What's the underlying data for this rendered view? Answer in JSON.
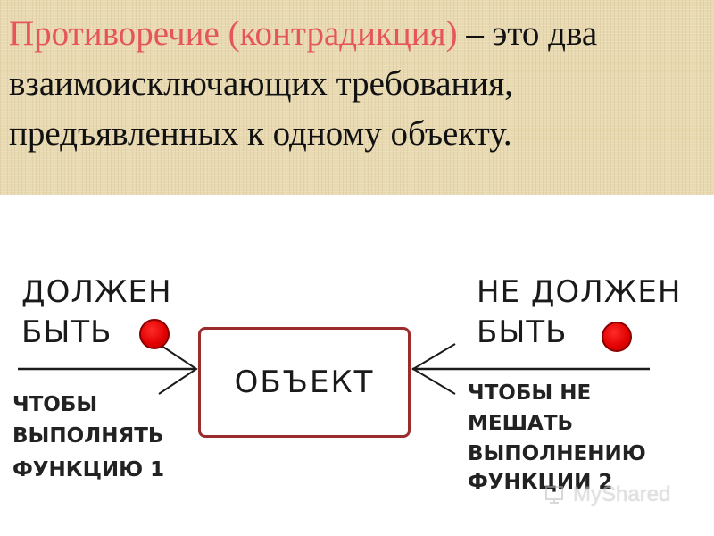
{
  "header": {
    "title_accent": "Противоречие (контрадикция)",
    "title_rest": " – это два взаимоисключающих требования, предъявленных к одному объекту."
  },
  "diagram": {
    "left_top_line1": "ДОЛЖЕН",
    "left_top_line2": "БЫТЬ",
    "left_bottom_line1": "ЧТОБЫ",
    "left_bottom_line2": "ВЫПОЛНЯТЬ",
    "left_bottom_line3": "ФУНКЦИЮ  1",
    "object_label": "ОБЪЕКТ",
    "right_top_line1": "НЕ ДОЛЖЕН",
    "right_top_line2": "БЫТЬ",
    "right_bottom_line1": "ЧТОБЫ НЕ",
    "right_bottom_line2": "МЕШАТЬ",
    "right_bottom_line3": "ВЫПОЛНЕНИЮ",
    "right_bottom_line4": "ФУНКЦИИ 2"
  },
  "watermark": {
    "text": "MyShared"
  },
  "colors": {
    "accent": "#e5565a",
    "header_bg": "#e8d9b0",
    "box_border": "#9c2b2b",
    "dot": "#e00000"
  }
}
